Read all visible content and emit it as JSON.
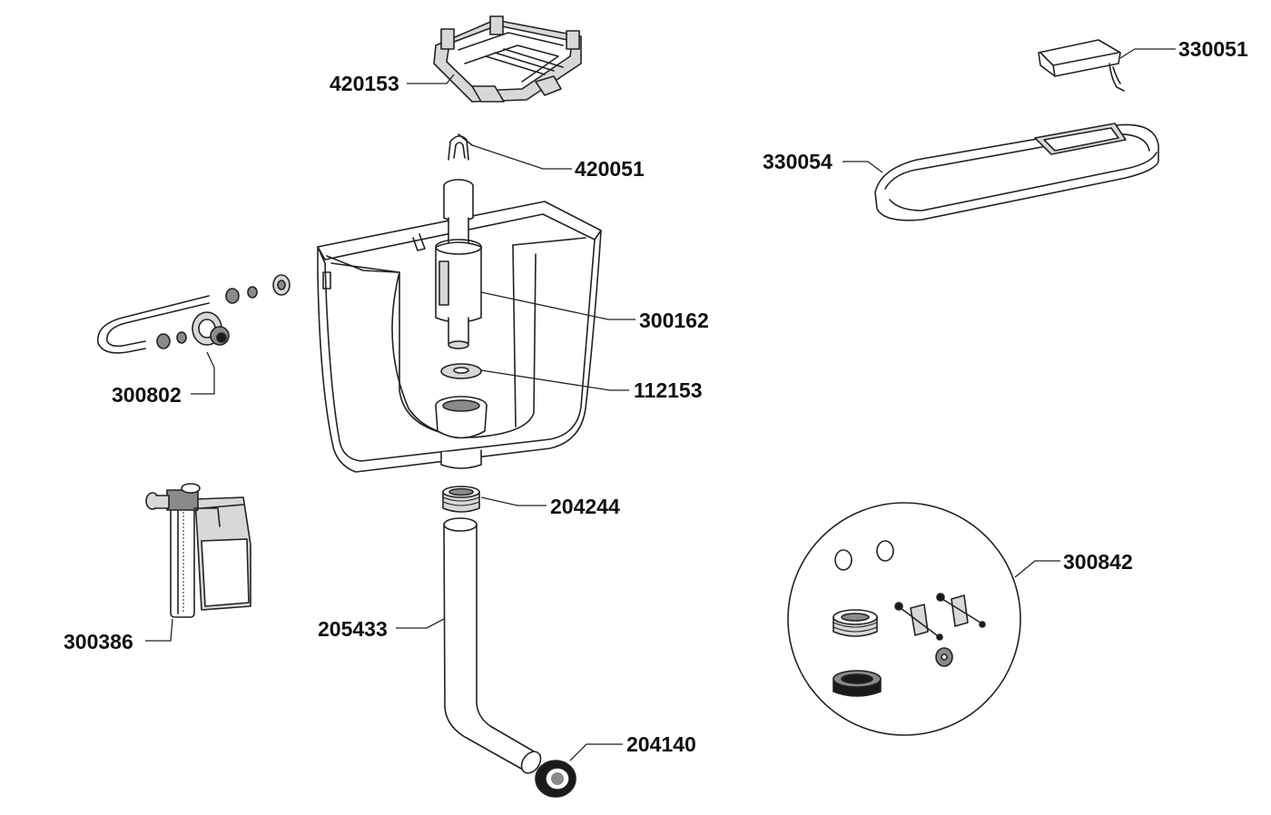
{
  "parts": [
    {
      "id": "p420153",
      "label": "420153"
    },
    {
      "id": "p420051",
      "label": "420051"
    },
    {
      "id": "p300162",
      "label": "300162"
    },
    {
      "id": "p112153",
      "label": "112153"
    },
    {
      "id": "p300802",
      "label": "300802"
    },
    {
      "id": "p204244",
      "label": "204244"
    },
    {
      "id": "p300386",
      "label": "300386"
    },
    {
      "id": "p205433",
      "label": "205433"
    },
    {
      "id": "p204140",
      "label": "204140"
    },
    {
      "id": "p330051",
      "label": "330051"
    },
    {
      "id": "p330054",
      "label": "330054"
    },
    {
      "id": "p300842",
      "label": "300842"
    }
  ]
}
